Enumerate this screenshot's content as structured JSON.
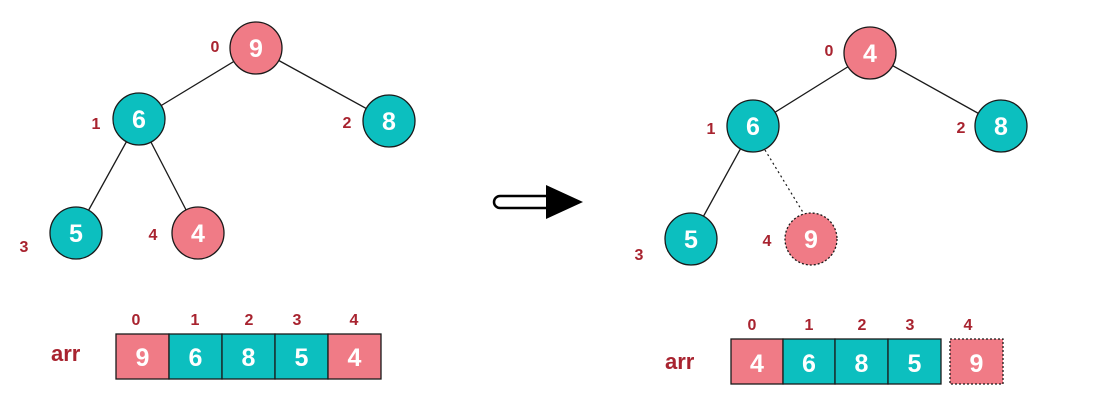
{
  "colors": {
    "highlight": "#f07b86",
    "normal": "#0cbfbf",
    "label": "#a8232f",
    "stroke": "#1a1a1a",
    "arrow": "#000000"
  },
  "before": {
    "tree": {
      "nodes": [
        {
          "index": "0",
          "value": "9",
          "highlight": true
        },
        {
          "index": "1",
          "value": "6",
          "highlight": false
        },
        {
          "index": "2",
          "value": "8",
          "highlight": false
        },
        {
          "index": "3",
          "value": "5",
          "highlight": false
        },
        {
          "index": "4",
          "value": "4",
          "highlight": true
        }
      ]
    },
    "array": {
      "label": "arr",
      "cells": [
        {
          "index": "0",
          "value": "9",
          "highlight": true
        },
        {
          "index": "1",
          "value": "6",
          "highlight": false
        },
        {
          "index": "2",
          "value": "8",
          "highlight": false
        },
        {
          "index": "3",
          "value": "5",
          "highlight": false
        },
        {
          "index": "4",
          "value": "4",
          "highlight": true
        }
      ]
    }
  },
  "after": {
    "tree": {
      "nodes": [
        {
          "index": "0",
          "value": "4",
          "highlight": true
        },
        {
          "index": "1",
          "value": "6",
          "highlight": false
        },
        {
          "index": "2",
          "value": "8",
          "highlight": false
        },
        {
          "index": "3",
          "value": "5",
          "highlight": false
        },
        {
          "index": "4",
          "value": "9",
          "highlight": true,
          "removed": true
        }
      ]
    },
    "array": {
      "label": "arr",
      "cells": [
        {
          "index": "0",
          "value": "4",
          "highlight": true
        },
        {
          "index": "1",
          "value": "6",
          "highlight": false
        },
        {
          "index": "2",
          "value": "8",
          "highlight": false
        },
        {
          "index": "3",
          "value": "5",
          "highlight": false
        },
        {
          "index": "4",
          "value": "9",
          "highlight": true,
          "removed": true
        }
      ]
    }
  },
  "transition_arrow": {
    "icon": "right-arrow-icon"
  }
}
